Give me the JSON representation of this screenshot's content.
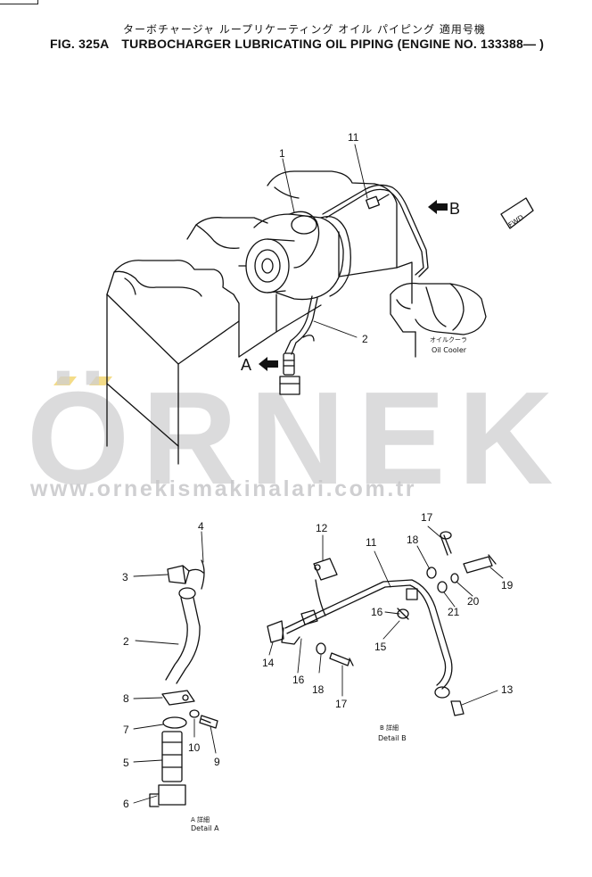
{
  "header": {
    "jp_title": "ターボチャージャ ループリケーティング オイル パイピング 適用号機",
    "fig_no": "FIG. 325A",
    "title": "TURBOCHARGER LUBRICATING OIL PIPING (ENGINE NO. 133388— )"
  },
  "views": {
    "a": "A",
    "b": "B"
  },
  "oil_cooler": {
    "jp": "オイルクーラ",
    "en": "Oil Cooler"
  },
  "fwd": "FWD",
  "detail_a": {
    "jp": "A 詳細",
    "en": "Detail A"
  },
  "detail_b": {
    "jp": "B 詳細",
    "en": "Detail B"
  },
  "callouts_main": [
    "1",
    "2",
    "11"
  ],
  "callouts_a": [
    "4",
    "3",
    "2",
    "8",
    "7",
    "10",
    "9",
    "5",
    "6"
  ],
  "callouts_b": [
    "12",
    "11",
    "17",
    "18",
    "19",
    "20",
    "21",
    "16",
    "15",
    "14",
    "16",
    "18",
    "17",
    "13"
  ],
  "watermark": {
    "brand": "ÖRNEK",
    "url": "www.ornekismakinalari.com.tr"
  }
}
